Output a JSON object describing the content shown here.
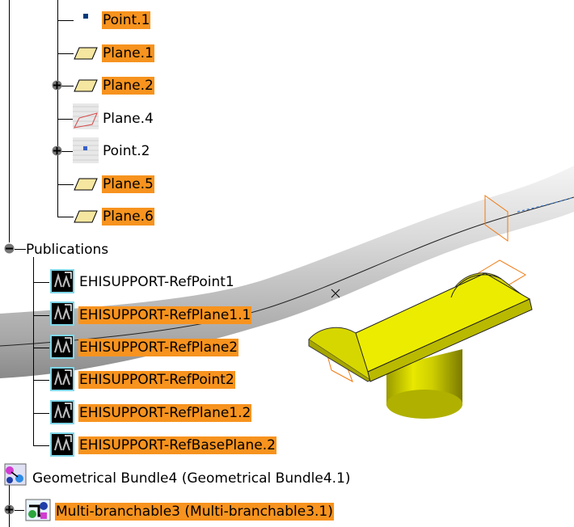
{
  "colors": {
    "highlight": "#f7931e",
    "tube": "#c8c8c8",
    "support_yellow": "#e6e600",
    "plane_icon": "#f5e6a0"
  },
  "tree": {
    "geometry_items": [
      {
        "label": "Point.1",
        "icon": "point-icon",
        "highlighted": true
      },
      {
        "label": "Plane.1",
        "icon": "plane-icon",
        "highlighted": true
      },
      {
        "label": "Plane.2",
        "icon": "plane-icon",
        "highlighted": true,
        "expandable": true
      },
      {
        "label": "Plane.4",
        "icon": "plane-hidden-icon",
        "highlighted": false
      },
      {
        "label": "Point.2",
        "icon": "point-hidden-icon",
        "highlighted": false,
        "expandable": true
      },
      {
        "label": "Plane.5",
        "icon": "plane-icon",
        "highlighted": true
      },
      {
        "label": "Plane.6",
        "icon": "plane-icon",
        "highlighted": true
      }
    ],
    "publications": {
      "label": "Publications",
      "items": [
        {
          "label": "EHISUPPORT-RefPoint1",
          "highlighted": false
        },
        {
          "label": "EHISUPPORT-RefPlane1.1",
          "highlighted": true
        },
        {
          "label": "EHISUPPORT-RefPlane2",
          "highlighted": true
        },
        {
          "label": "EHISUPPORT-RefPoint2",
          "highlighted": true
        },
        {
          "label": "EHISUPPORT-RefPlane1.2",
          "highlighted": true
        },
        {
          "label": "EHISUPPORT-RefBasePlane.2",
          "highlighted": true
        }
      ]
    },
    "bundle": {
      "label": "Geometrical Bundle4 (Geometrical Bundle4.1)"
    },
    "multibranch": {
      "label": "Multi-branchable3 (Multi-branchable3.1)",
      "highlighted": true
    }
  }
}
